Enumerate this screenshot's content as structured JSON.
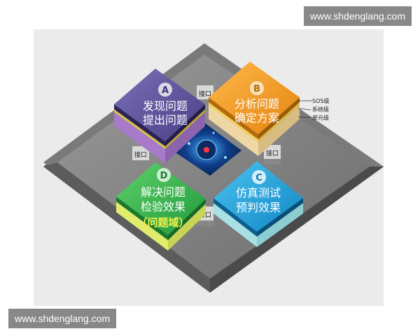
{
  "watermarks": {
    "top": "www.shdenglang.com",
    "bottom": "www.shdenglang.com"
  },
  "blocks": {
    "a": {
      "letter": "A",
      "line1": "发现问题",
      "line2": "提出问题",
      "color": "#5a4f96"
    },
    "b": {
      "letter": "B",
      "line1": "分析问题",
      "line2": "确定方案",
      "color": "#f2951c"
    },
    "c": {
      "letter": "C",
      "line1": "仿真测试",
      "line2": "预判效果",
      "color": "#1b99d6"
    },
    "d": {
      "letter": "D",
      "line1": "解决问题",
      "line2": "检验效果",
      "line3": "（问题域）",
      "color": "#2fb54a"
    }
  },
  "interfaces": {
    "top": "接口",
    "left": "接口",
    "right": "接口",
    "bottom": "接口"
  },
  "levels": [
    "SOS级",
    "系统级",
    "单元级"
  ]
}
